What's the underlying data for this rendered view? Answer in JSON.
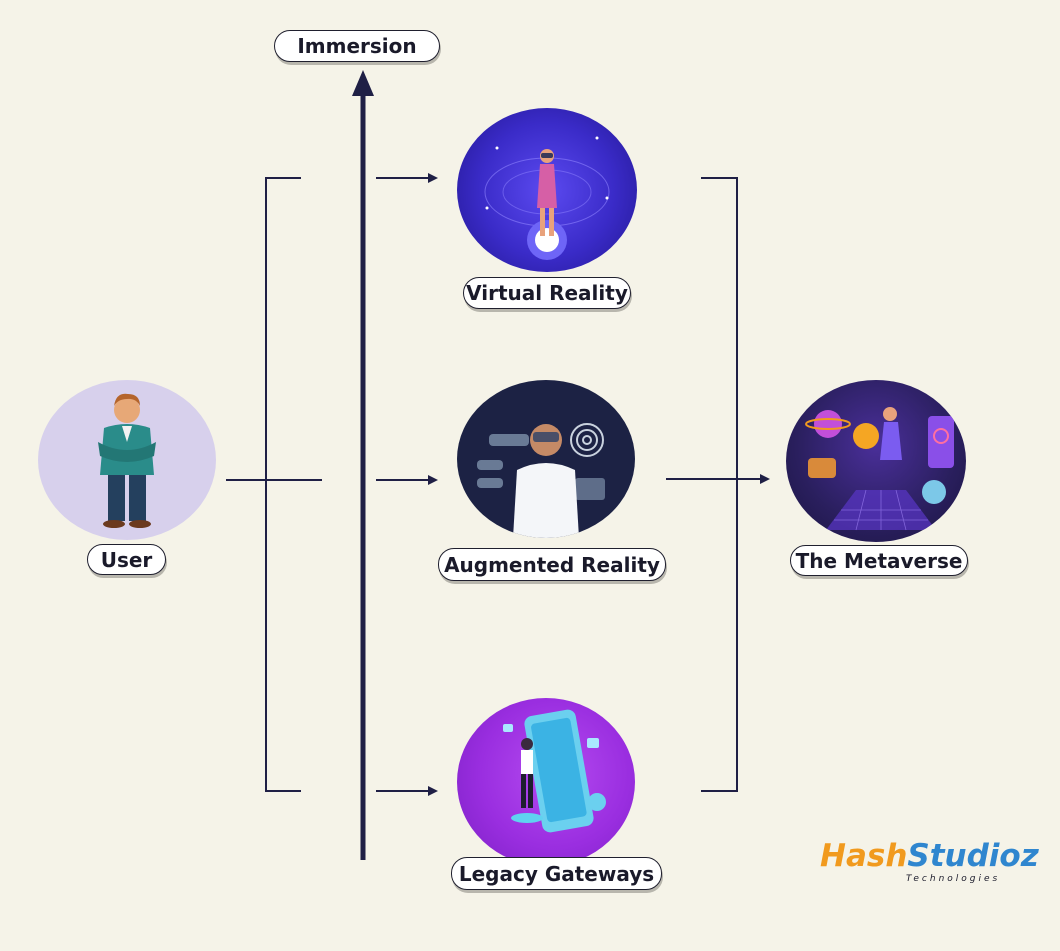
{
  "nodes": {
    "immersion": "Immersion",
    "user": "User",
    "virtual_reality": "Virtual Reality",
    "augmented_reality": "Augmented Reality",
    "legacy_gateways": "Legacy Gateways",
    "metaverse": "The Metaverse"
  },
  "logo": {
    "brand_part1": "Hash",
    "brand_part2": "Studioz",
    "tagline": "Technologies"
  },
  "colors": {
    "background": "#f5f3e8",
    "line": "#1f1f45",
    "user_circle": "#d7d0ec",
    "vr_circle": "#3b2bc9",
    "ar_circle": "#1c2244",
    "legacy_circle": "#9a2ee0",
    "metaverse_circle": "#2a1f5e",
    "logo_orange": "#f19a1e",
    "logo_blue": "#2f86cf"
  }
}
